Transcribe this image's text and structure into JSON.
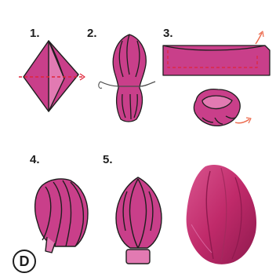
{
  "steps": [
    {
      "number": "1."
    },
    {
      "number": "2."
    },
    {
      "number": "3."
    },
    {
      "number": "4."
    },
    {
      "number": "5."
    }
  ],
  "panel_label": "D",
  "colors": {
    "fabric": "#c93f8a",
    "fabric_dark": "#7a1d53",
    "fabric_light": "#e27ab2",
    "fold_line": "#e0263a",
    "motion_arrow": "#ec6b4e",
    "outline": "#1e1e1e"
  }
}
